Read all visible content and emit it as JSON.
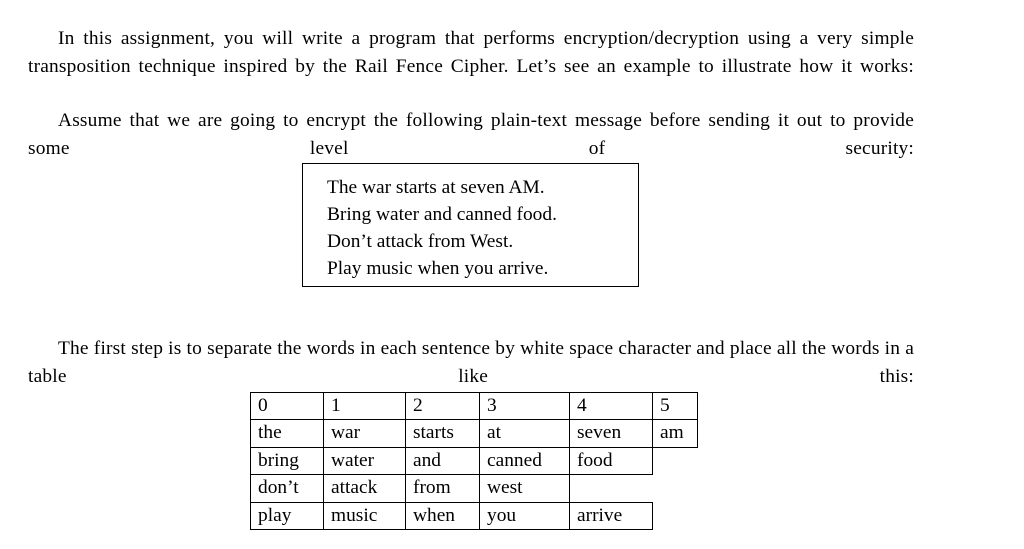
{
  "document": {
    "paragraphs": {
      "intro": "In this assignment, you will write a program that performs encryption/decryption using a very simple transposition technique inspired by the Rail Fence Cipher.  Let’s see an example to illustrate how it works:",
      "assume": "Assume that we are going to encrypt the following plain-text message before sending it out to provide some level of security:",
      "first_step": "The first step is to separate the words in each sentence by white space character and place all the words in a table like this:"
    },
    "message_box": {
      "lines": [
        "The war starts at seven AM.",
        "Bring water and canned food.",
        "Don’t attack from West.",
        "Play music when you arrive."
      ]
    },
    "word_table": {
      "headers": [
        "0",
        "1",
        "2",
        "3",
        "4",
        "5"
      ],
      "rows": [
        {
          "cells": [
            "the",
            "war",
            "starts",
            "at",
            "seven",
            "am"
          ],
          "filled": 6
        },
        {
          "cells": [
            "bring",
            "water",
            "and",
            "canned",
            "food",
            ""
          ],
          "filled": 5
        },
        {
          "cells": [
            "don’t",
            "attack",
            "from",
            "west",
            "",
            ""
          ],
          "filled": 4
        },
        {
          "cells": [
            "play",
            "music",
            "when",
            "you",
            "arrive",
            ""
          ],
          "filled": 5
        }
      ]
    },
    "colors": {
      "text": "#000000",
      "background": "#ffffff",
      "rule": "#000000"
    }
  }
}
